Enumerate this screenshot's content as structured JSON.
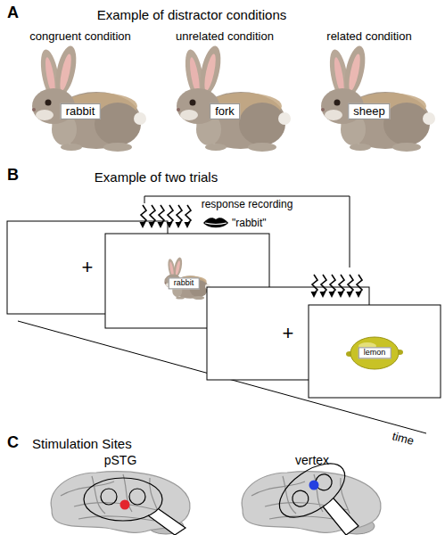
{
  "diagram": {
    "nodes": [
      {
        "text": [
          "rabbit"
        ]
      },
      {
        "text": [
          "fork"
        ]
      },
      {
        "text": [
          "sheep"
        ]
      },
      {
        "text": [
          "+"
        ]
      },
      {
        "text": [
          "rabbit"
        ]
      },
      {
        "text": [
          "+"
        ]
      },
      {
        "text": [
          "lemon"
        ]
      }
    ],
    "labels": [
      "A",
      "Example of distractor conditions",
      "congruent condition",
      "unrelated condition",
      "related condition",
      "B",
      "Example of two trials",
      "response recording",
      "\"rabbit\"",
      "time",
      "C",
      "Stimulation Sites",
      "pSTG",
      "vertex"
    ]
  }
}
